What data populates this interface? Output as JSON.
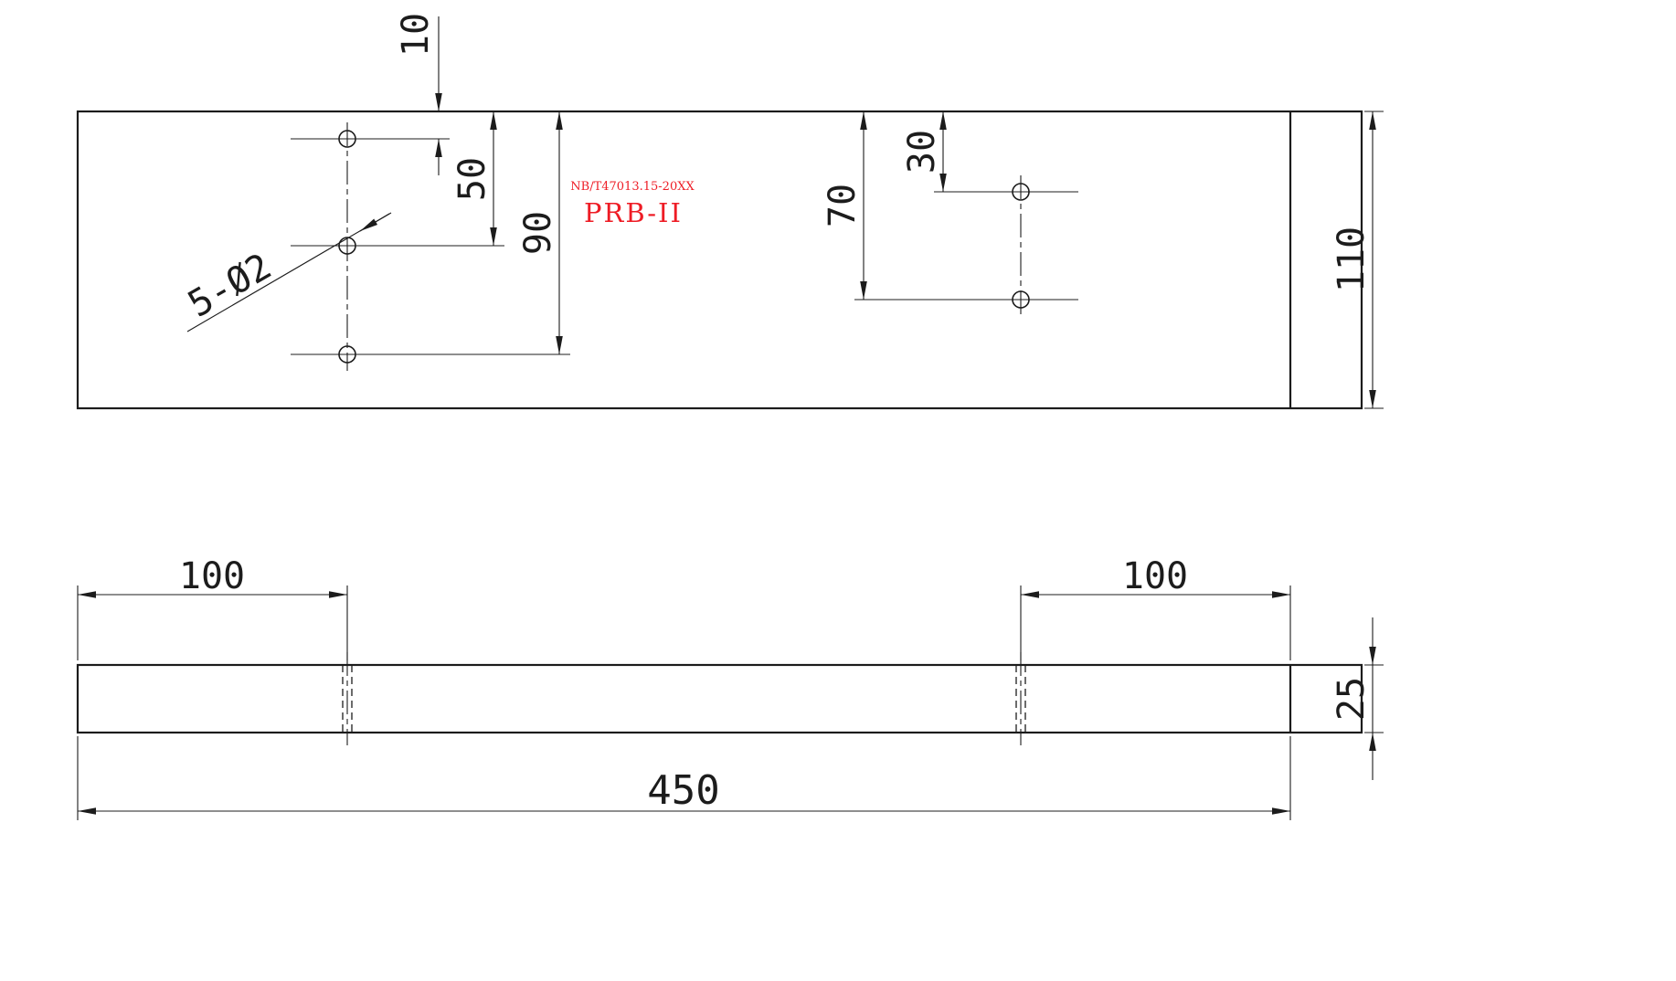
{
  "meta": {
    "background": "#ffffff",
    "line_color": "#1c1c1c",
    "accent_red": "#ee1c25",
    "views": [
      "top-view-plate",
      "side-view-thickness"
    ]
  },
  "annotations": {
    "standard_ref": "NB/T47013.15-20XX",
    "model": "PRB-II",
    "holes_label": "5-Ø2"
  },
  "dimensions": {
    "dim_10": "10",
    "dim_50": "50",
    "dim_90": "90",
    "dim_70": "70",
    "dim_30": "30",
    "dim_110": "110",
    "dim_100_left": "100",
    "dim_100_right": "100",
    "dim_25": "25",
    "dim_450": "450"
  }
}
